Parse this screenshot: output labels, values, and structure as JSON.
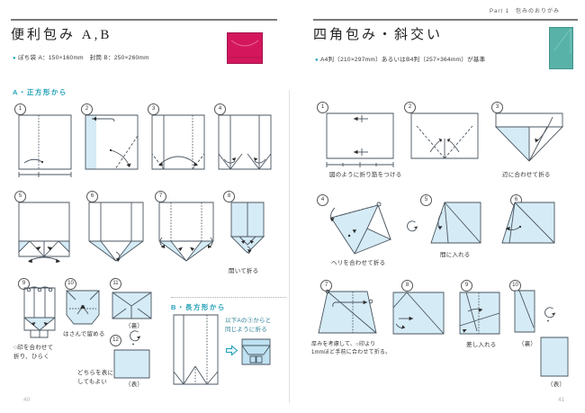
{
  "left": {
    "page_number": "40",
    "title": "便利包み A,B",
    "spec_bullet": "●",
    "spec_text": "ぽち袋 A：150×160mm　封筒 B：250×260mm",
    "section_a_label": "A・正方形から",
    "section_b_label": "B・長方形から",
    "section_b_note": "以下Aの③からと\n同じように折る",
    "steps": [
      {
        "num": "1",
        "caption": ""
      },
      {
        "num": "2",
        "caption": ""
      },
      {
        "num": "3",
        "caption": ""
      },
      {
        "num": "4",
        "caption": ""
      },
      {
        "num": "5",
        "caption": ""
      },
      {
        "num": "6",
        "caption": ""
      },
      {
        "num": "7",
        "caption": ""
      },
      {
        "num": "8",
        "caption": "開いて折る"
      },
      {
        "num": "9",
        "caption": "○印を合わせて\n折り、ひらく"
      },
      {
        "num": "10",
        "caption": "はさんで留める"
      },
      {
        "num": "11",
        "caption": "（裏）"
      },
      {
        "num": "12",
        "caption": "（表）",
        "note": "どちらを表に\nしてもよい"
      }
    ]
  },
  "right": {
    "page_number": "41",
    "part_label": "Part 1　包みのおりがみ",
    "title": "四角包み・斜交い",
    "spec_bullet": "●",
    "spec_text": "A4判（210×297mm）あるいはB4判（257×364mm）が基準",
    "steps": [
      {
        "num": "1",
        "caption": "図のように折り筋をつける"
      },
      {
        "num": "2",
        "caption": ""
      },
      {
        "num": "3",
        "caption": "辺に合わせて折る"
      },
      {
        "num": "4",
        "caption": "ヘリを合わせて折る"
      },
      {
        "num": "5",
        "caption": "間に入れる"
      },
      {
        "num": "6",
        "caption": ""
      },
      {
        "num": "7",
        "caption": "厚みを考慮して、○印より\n1mmほど手前に合わせて折る。"
      },
      {
        "num": "8",
        "caption": ""
      },
      {
        "num": "9",
        "caption": "差し入れる"
      },
      {
        "num": "10",
        "caption": "（裏）"
      }
    ],
    "final_caption": "（表）"
  },
  "colors": {
    "accent_teal": "#1f9fb5",
    "diagram_fill": "#d5ebf5",
    "photo_pink": "#d4175c",
    "photo_teal": "#58b2a8"
  }
}
